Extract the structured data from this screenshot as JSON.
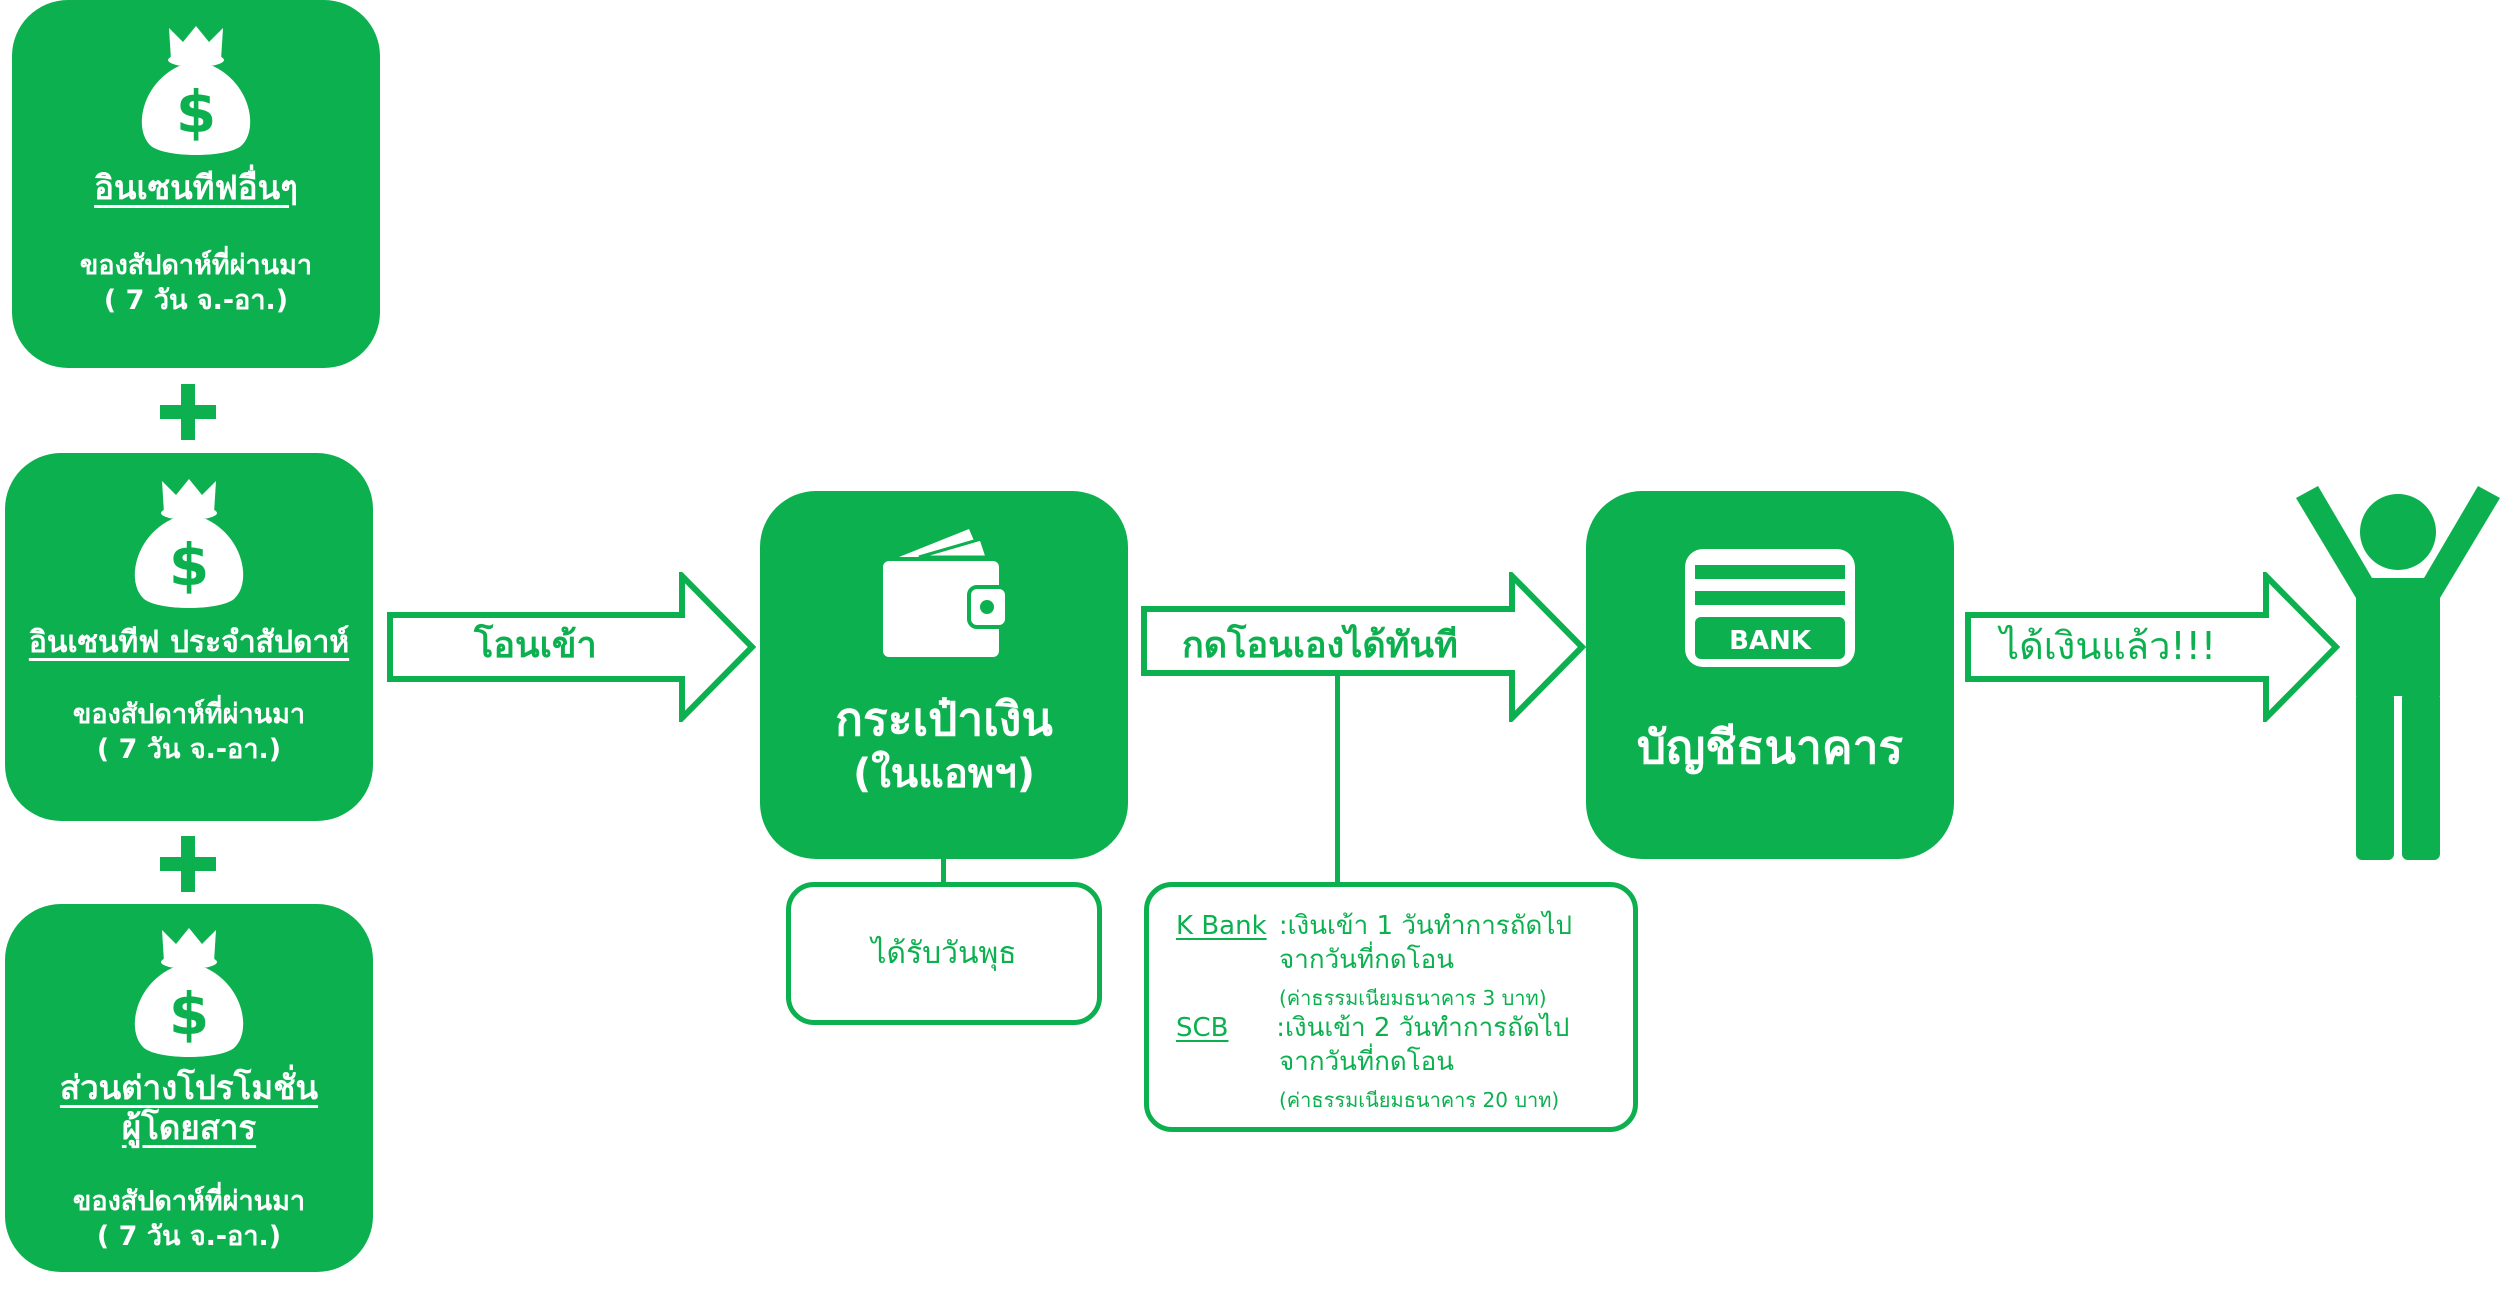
{
  "income_cards": [
    {
      "icon": "money-bag-icon",
      "title_lines": [
        "อินเซนทีฟอื่นๆ"
      ],
      "sub_lines": [
        "ของสัปดาห์ที่ผ่านมา",
        "( 7 วัน จ.-อา.)"
      ]
    },
    {
      "icon": "money-bag-icon",
      "title_lines": [
        "อินเซนทีฟ ประจำสัปดาห์"
      ],
      "sub_lines": [
        "ของสัปดาห์ที่ผ่านมา",
        "( 7 วัน จ.-อา.)"
      ]
    },
    {
      "icon": "money-bag-icon",
      "title_lines": [
        "ส่วนต่างโปรโมชั่น",
        "ผู้โดยสาร"
      ],
      "sub_lines": [
        "ของสัปดาห์ที่ผ่านมา",
        "( 7 วัน จ.-อา.)"
      ]
    }
  ],
  "arrows": {
    "transfer_in": "โอนเข้า",
    "withdraw_now": "กดโอนเองได้ทันที",
    "got_money": "ได้เงินแล้ว!!!"
  },
  "wallet": {
    "icon": "wallet-icon",
    "title": "กระเป๋าเงิน",
    "subtitle": "(ในแอพฯ)",
    "note": "ได้รับวันพุธ"
  },
  "bank": {
    "icon": "bank-card-icon",
    "icon_text": "BANK",
    "title": "บัญชีธนาคาร",
    "notes": [
      {
        "name": "K Bank",
        "line1": ":เงินเข้า 1 วันทำการถัดไป",
        "line2": "จากวันที่กดโอน",
        "fee": "(ค่าธรรมเนียมธนาคาร 3 บาท)"
      },
      {
        "name": "SCB",
        "line1": ":เงินเข้า 2 วันทำการถัดไป",
        "line2": "จากวันที่กดโอน",
        "fee": "(ค่าธรรมเนียมธนาคาร 20 บาท)"
      }
    ]
  },
  "person_icon": "person-cheering-icon",
  "colors": {
    "brand_green": "#0cb04f",
    "white": "#ffffff"
  }
}
